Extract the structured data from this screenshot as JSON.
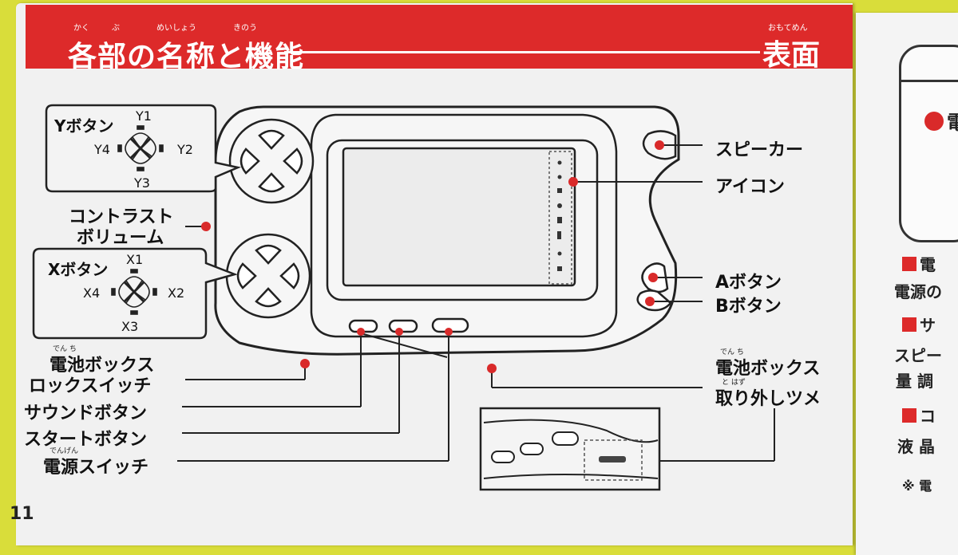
{
  "header": {
    "title": "各部の名称と機能",
    "title_ruby": [
      "かく",
      "ぶ",
      "めいしょう",
      "きのう"
    ],
    "section": "表面",
    "section_ruby": "おもてめん"
  },
  "labels": {
    "y_button": "Yボタン",
    "y1": "Y1",
    "y2": "Y2",
    "y3": "Y3",
    "y4": "Y4",
    "contrast_line1": "コントラスト",
    "contrast_line2": "ボリューム",
    "x_button": "Xボタン",
    "x1": "X1",
    "x2": "X2",
    "x3": "X3",
    "x4": "X4",
    "battery_lock_line1": "電池ボックス",
    "battery_lock_line2": "ロックスイッチ",
    "battery_lock_ruby": "でん ち",
    "sound_button": "サウンドボタン",
    "start_button": "スタートボタン",
    "power_switch": "電源スイッチ",
    "power_switch_ruby": "でんげん",
    "speaker": "スピーカー",
    "icon": "アイコン",
    "a_button": "Aボタン",
    "b_button": "Bボタン",
    "battery_release_line1": "電池ボックス",
    "battery_release_line2": "取り外しツメ",
    "battery_release_ruby1": "でん ち",
    "battery_release_ruby2": "と      はず"
  },
  "page_number": "11",
  "next_page": {
    "item1": "電",
    "item1_sub": "電源の",
    "item2": "サ",
    "item2_sub1": "スピー",
    "item2_sub2": "量 調",
    "item3": "コ",
    "item3_sub": "液 晶",
    "item4": "※ 電"
  },
  "colors": {
    "accent": "#dd2a2a",
    "background": "#d9dd3a",
    "paper": "#f1f1f1"
  }
}
